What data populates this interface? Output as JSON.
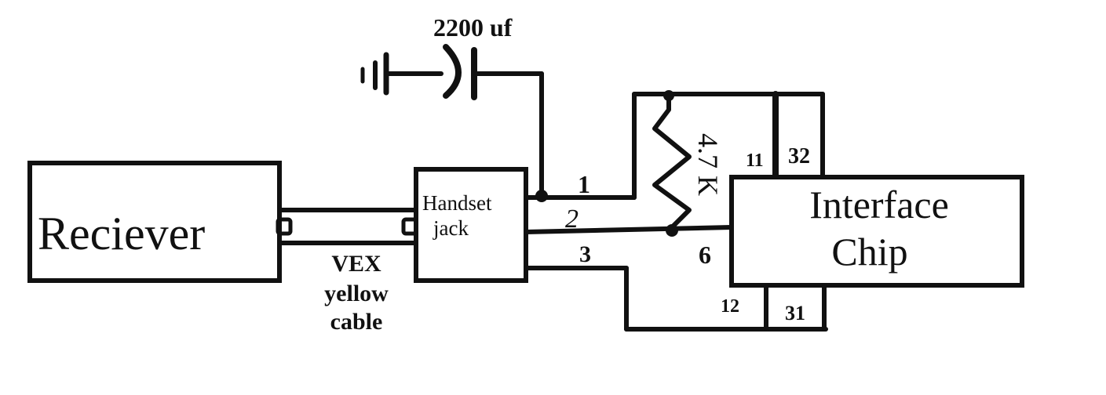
{
  "blocks": {
    "receiver": "Reciever",
    "handset_line1": "Handset",
    "handset_line2": "jack",
    "chip_line1": "Interface",
    "chip_line2": "Chip"
  },
  "capacitor_label": "2200 uf",
  "resistor_label": "4.7 K",
  "cable_label": [
    "VEX",
    "yellow",
    "cable"
  ],
  "wire_labels": [
    "1",
    "2",
    "3"
  ],
  "pin_labels": {
    "pin6": "6",
    "pin11": "11",
    "pin12": "12",
    "pin31": "31",
    "pin32": "32"
  }
}
